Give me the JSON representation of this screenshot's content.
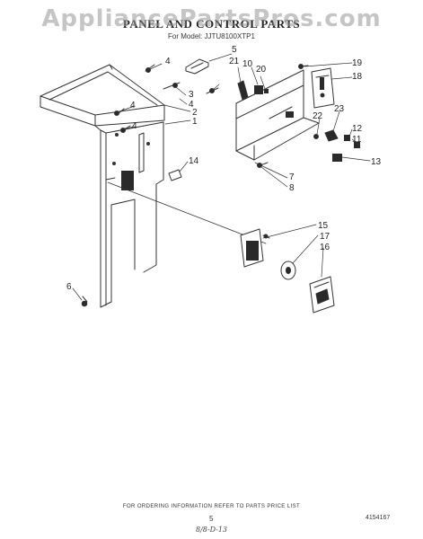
{
  "watermark": "AppliancePartsPros.com",
  "header": {
    "title": "PANEL AND CONTROL PARTS",
    "model": "For Model: JJTU8100XTP1"
  },
  "callouts": [
    {
      "id": "c4a",
      "text": "4"
    },
    {
      "id": "c5",
      "text": "5"
    },
    {
      "id": "c21",
      "text": "21"
    },
    {
      "id": "c10",
      "text": "10"
    },
    {
      "id": "c20",
      "text": "20"
    },
    {
      "id": "c19",
      "text": "19"
    },
    {
      "id": "c18",
      "text": "18"
    },
    {
      "id": "c3",
      "text": "3"
    },
    {
      "id": "c4b",
      "text": "4"
    },
    {
      "id": "c4c",
      "text": "4"
    },
    {
      "id": "c2",
      "text": "2"
    },
    {
      "id": "c4d",
      "text": "4"
    },
    {
      "id": "c1",
      "text": "1"
    },
    {
      "id": "c22",
      "text": "22"
    },
    {
      "id": "c23",
      "text": "23"
    },
    {
      "id": "c12",
      "text": "12"
    },
    {
      "id": "c11",
      "text": "11"
    },
    {
      "id": "c13",
      "text": "13"
    },
    {
      "id": "c14",
      "text": "14"
    },
    {
      "id": "c7",
      "text": "7"
    },
    {
      "id": "c8",
      "text": "8"
    },
    {
      "id": "c15",
      "text": "15"
    },
    {
      "id": "c17",
      "text": "17"
    },
    {
      "id": "c16",
      "text": "16"
    },
    {
      "id": "c6",
      "text": "6"
    }
  ],
  "footer": {
    "note": "FOR ORDERING INFORMATION REFER TO PARTS PRICE LIST",
    "page": "5",
    "doc_number": "4154167",
    "handwritten": "8/8-D-13"
  }
}
